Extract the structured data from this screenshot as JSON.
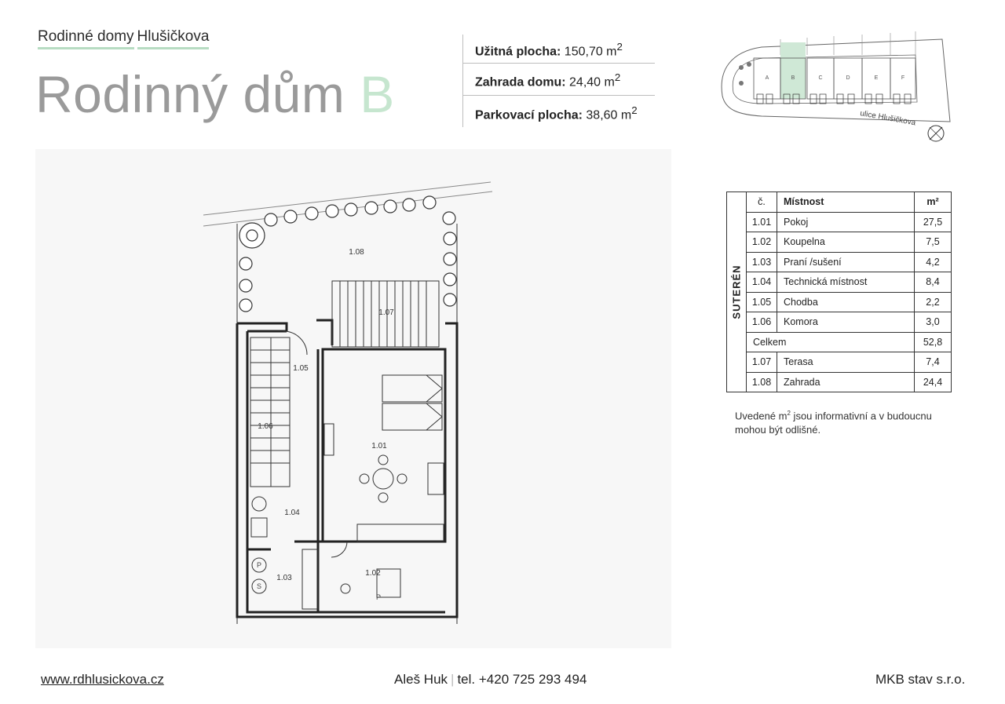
{
  "header": {
    "brand_part1": "Rodinné domy",
    "brand_part2": "Hlušičkova",
    "title_main": "Rodinný dům",
    "title_letter": "B"
  },
  "stats": [
    {
      "label": "Užitná plocha:",
      "value": "150,70 m",
      "unit_sup": "2"
    },
    {
      "label": "Zahrada domu:",
      "value": "24,40 m",
      "unit_sup": "2"
    },
    {
      "label": "Parkovací plocha:",
      "value": "38,60 m",
      "unit_sup": "2"
    }
  ],
  "site_map": {
    "units": [
      "A",
      "B",
      "C",
      "D",
      "E",
      "F"
    ],
    "highlighted": "B",
    "street_label": "ulice Hlušičkova"
  },
  "plan": {
    "rooms": [
      "1.01",
      "1.02",
      "1.03",
      "1.04",
      "1.05",
      "1.06",
      "1.07",
      "1.08"
    ],
    "appliance_labels": [
      "P",
      "S"
    ]
  },
  "table": {
    "col_num": "č.",
    "col_room": "Místnost",
    "col_area": "m²",
    "section": "SUTERÉN",
    "rows": [
      {
        "num": "1.01",
        "name": "Pokoj",
        "area": "27,5"
      },
      {
        "num": "1.02",
        "name": "Koupelna",
        "area": "7,5"
      },
      {
        "num": "1.03",
        "name": "Praní /sušení",
        "area": "4,2"
      },
      {
        "num": "1.04",
        "name": "Technická místnost",
        "area": "8,4"
      },
      {
        "num": "1.05",
        "name": "Chodba",
        "area": "2,2"
      },
      {
        "num": "1.06",
        "name": "Komora",
        "area": "3,0"
      }
    ],
    "total_label": "Celkem",
    "total_value": "52,8",
    "extra_rows": [
      {
        "num": "1.07",
        "name": "Terasa",
        "area": "7,4"
      },
      {
        "num": "1.08",
        "name": "Zahrada",
        "area": "24,4"
      }
    ]
  },
  "note": {
    "part1": "Uvedené m",
    "sup": "2",
    "part2": " jsou informativní a v budoucnu mohou být odlišné."
  },
  "footer": {
    "website": "www.rdhlusickova.cz",
    "contact_name": "Aleš Huk",
    "separator": "|",
    "phone": "tel. +420 725 293 494",
    "company": "MKB stav s.r.o."
  },
  "colors": {
    "accent_green": "#b7dcc2",
    "highlight_green": "#cfe8d6",
    "title_gray": "#9a9a9a"
  }
}
